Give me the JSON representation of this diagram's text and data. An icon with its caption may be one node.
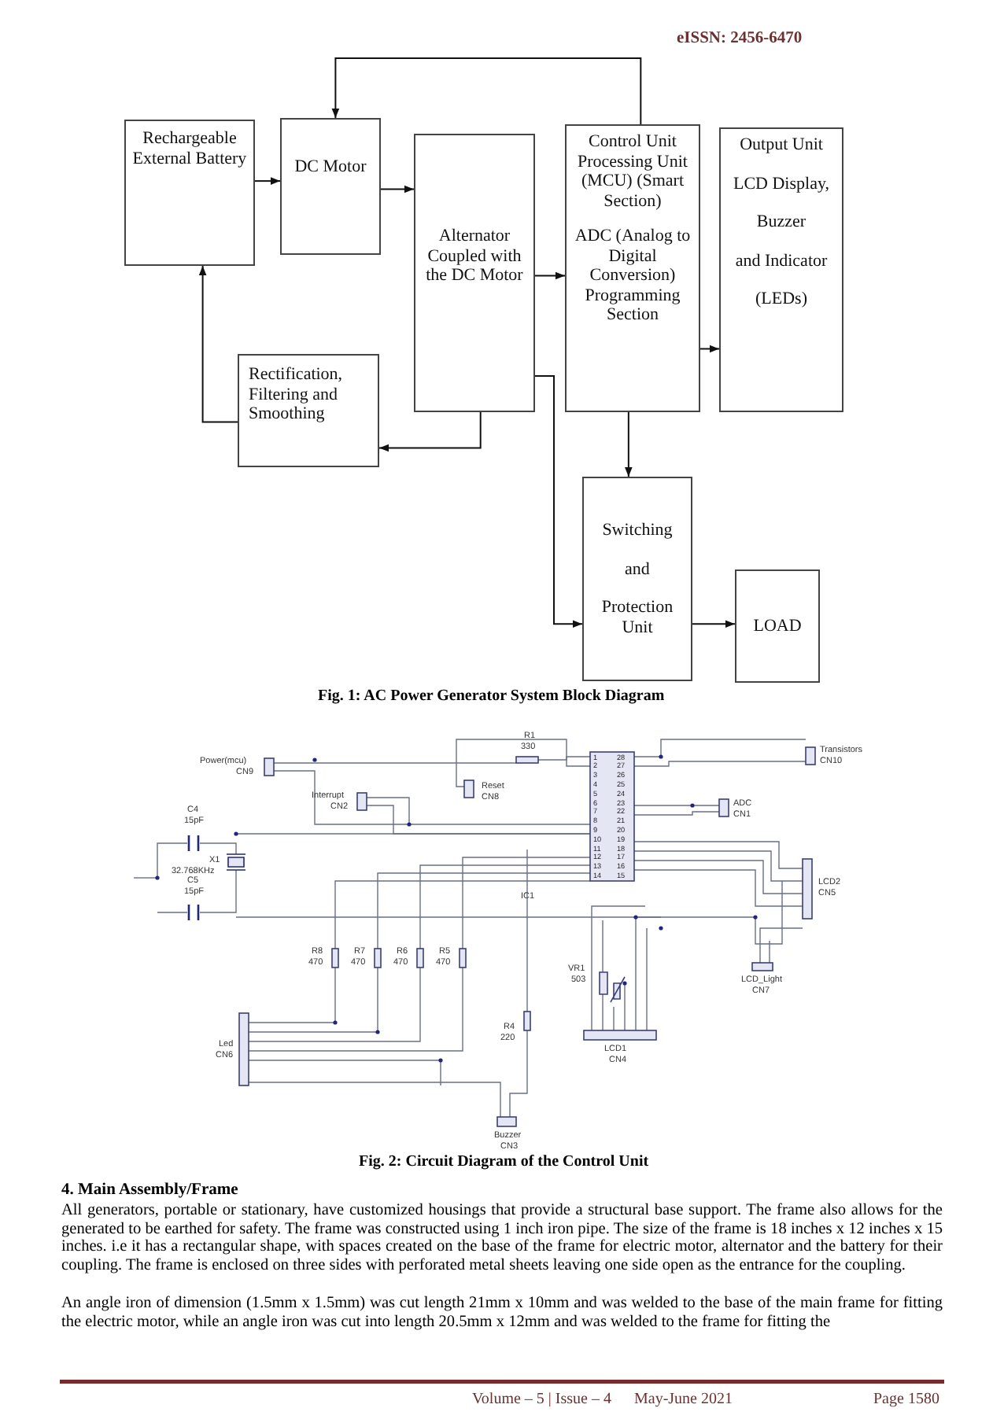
{
  "diagram": {
    "nodes": [
      {
        "text": [
          "Rechargeable External Battery"
        ]
      },
      {
        "text": [
          "DC Motor"
        ]
      },
      {
        "text": [
          "Alternator Coupled with the DC Motor"
        ]
      },
      {
        "text": [
          "Control Unit Processing Unit (MCU) (Smart Section)",
          "ADC (Analog to Digital Conversion) Programming Section"
        ]
      },
      {
        "text": [
          "Output Unit",
          "LCD Display,",
          "Buzzer",
          "and Indicator",
          "(LEDs)"
        ]
      },
      {
        "text": [
          "Rectification, Filtering and Smoothing"
        ]
      },
      {
        "text": [
          "Switching",
          "and",
          "Protection Unit"
        ]
      },
      {
        "text": [
          "LOAD"
        ]
      }
    ],
    "edges": [
      {
        "from": 0,
        "to": 1,
        "arrow": "to"
      },
      {
        "from": 1,
        "to": 2,
        "arrow": "to"
      },
      {
        "from": 2,
        "to": 3,
        "arrow": "to"
      },
      {
        "from": 3,
        "to": 4,
        "arrow": "to"
      },
      {
        "from": 2,
        "to": 5,
        "arrow": "to"
      },
      {
        "from": 5,
        "to": 0,
        "arrow": "to"
      },
      {
        "from": 2,
        "to": 6,
        "arrow": "to"
      },
      {
        "from": 3,
        "to": 6,
        "arrow": "to"
      },
      {
        "from": 6,
        "to": 7,
        "arrow": "to"
      },
      {
        "from": 3,
        "to": 1,
        "arrow": "to"
      }
    ],
    "labels": [
      "eISSN: 2456-6470",
      "Fig. 1: AC Power Generator System Block Diagram",
      "R1",
      "330",
      "Transistors",
      "CN10",
      "Power(mcu)",
      "CN9",
      "Interrupt",
      "CN2",
      "Reset",
      "CN8",
      "ADC",
      "CN1",
      "C4",
      "15pF",
      "X1",
      "32.768KHz",
      "C5",
      "15pF",
      "LCD2",
      "CN5",
      "IC1",
      "R8",
      "470",
      "R7",
      "470",
      "R6",
      "470",
      "R5",
      "470",
      "VR1",
      "503",
      "LCD_Light",
      "CN7",
      "Led",
      "CN6",
      "R4",
      "220",
      "LCD1",
      "CN4",
      "Buzzer",
      "CN3",
      "1",
      "28",
      "2",
      "27",
      "3",
      "26",
      "4",
      "25",
      "5",
      "24",
      "6",
      "23",
      "7",
      "22",
      "8",
      "21",
      "9",
      "20",
      "10",
      "19",
      "11",
      "18",
      "12",
      "17",
      "13",
      "16",
      "14",
      "15",
      "Fig. 2: Circuit Diagram of the Control Unit",
      "4. Main Assembly/Frame",
      "All generators, portable or stationary, have customized housings that provide a structural base support. The frame also allows for the generated to be earthed for safety. The frame was constructed using 1 inch iron pipe. The size of the frame is 18 inches x 12 inches x 15 inches. i.e it has a rectangular shape, with spaces created on the base of the frame for electric motor, alternator and the battery for their coupling. The frame is enclosed on three sides with perforated metal sheets leaving one side open as the entrance for the coupling.",
      "An angle iron of dimension (1.5mm x 1.5mm) was cut length 21mm x 10mm and was welded to the base of the main frame for fitting the electric motor, while an angle iron was cut into length 20.5mm x 12mm and was welded to the frame for fitting the",
      "Volume – 5 | Issue – 4",
      "May-June 2021",
      "Page 1580"
    ]
  }
}
